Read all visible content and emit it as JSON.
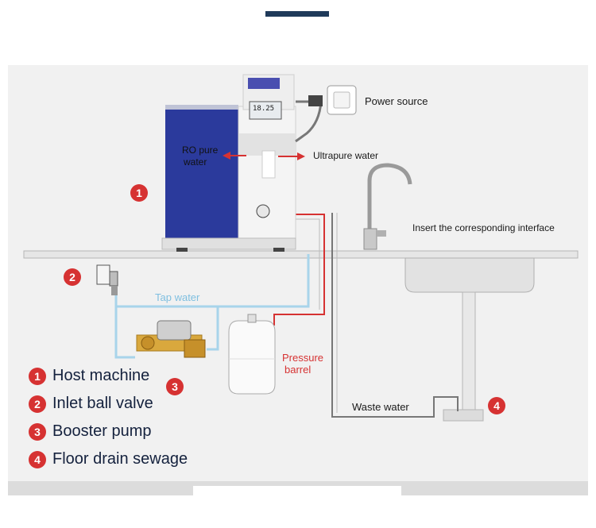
{
  "labels": {
    "power_source": "Power source",
    "ro_pure_water_line1": "RO pure",
    "ro_pure_water_line2": "water",
    "ultrapure_water": "Ultrapure water",
    "insert_interface": "Insert the corresponding interface",
    "tap_water": "Tap water",
    "pressure_barrel_line1": "Pressure",
    "pressure_barrel_line2": "barrel",
    "waste_water": "Waste water",
    "display_reading": "18.25"
  },
  "badges": [
    "1",
    "2",
    "3",
    "4"
  ],
  "legend": [
    {
      "num": "1",
      "text": "Host machine"
    },
    {
      "num": "2",
      "text": "Inlet ball valve"
    },
    {
      "num": "3",
      "text": "Booster pump"
    },
    {
      "num": "4",
      "text": "Floor drain sewage"
    }
  ],
  "colors": {
    "accent_bar": "#1f3a5a",
    "badge": "#d63232",
    "tap_water_line": "#a8d4ea",
    "pressure_line": "#d63232",
    "machine_blue": "#2b3a9c",
    "counter": "#e6e6e6"
  }
}
